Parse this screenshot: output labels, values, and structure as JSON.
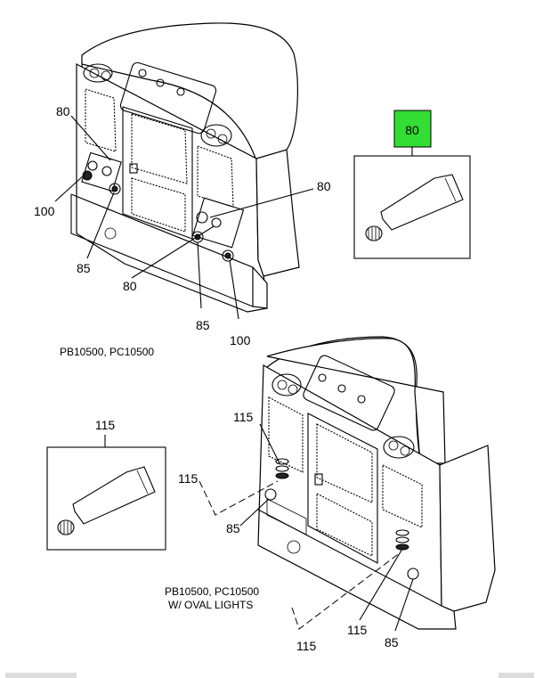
{
  "callouts": {
    "top_80_a": "80",
    "top_100_a": "100",
    "top_85_a": "85",
    "top_80_b": "80",
    "top_80_c": "80",
    "top_85_b": "85",
    "top_100_b": "100",
    "inset_top_label": "80",
    "inset_bottom_label": "115",
    "bot_115_a": "115",
    "bot_115_b": "115",
    "bot_85_a": "85",
    "bot_115_c": "115",
    "bot_115_d": "115",
    "bot_85_b": "85"
  },
  "captions": {
    "top_model": "PB10500, PC10500",
    "bottom_model_line1": "PB10500, PC10500",
    "bottom_model_line2": "W/ OVAL LIGHTS"
  },
  "colors": {
    "highlight_box": "#33dd33",
    "line": "#000000",
    "background": "#ffffff"
  },
  "icons": {
    "tube": "sealant-tube-icon"
  }
}
